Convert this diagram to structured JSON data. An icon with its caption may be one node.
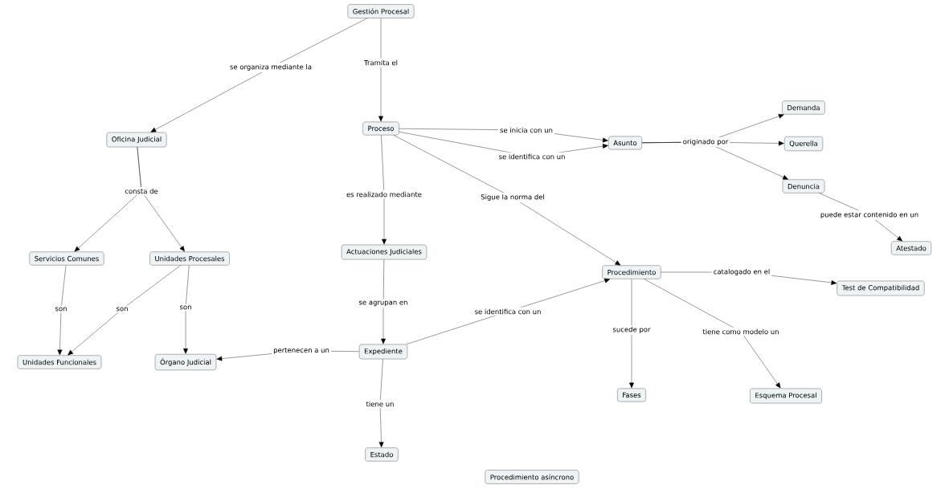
{
  "diagram": {
    "nodes": [
      {
        "text": [
          "Gestión Procesal"
        ]
      },
      {
        "text": [
          "Oficina Judicial"
        ]
      },
      {
        "text": [
          "Proceso"
        ]
      },
      {
        "text": [
          "Asunto"
        ]
      },
      {
        "text": [
          "Demanda"
        ]
      },
      {
        "text": [
          "Querella"
        ]
      },
      {
        "text": [
          "Denuncia"
        ]
      },
      {
        "text": [
          "Atestado"
        ]
      },
      {
        "text": [
          "Servicios Comunes"
        ]
      },
      {
        "text": [
          "Unidades Procesales"
        ]
      },
      {
        "text": [
          "Actuaciones Judiciales"
        ]
      },
      {
        "text": [
          "Procedimiento"
        ]
      },
      {
        "text": [
          "Test de Compatibilidad"
        ]
      },
      {
        "text": [
          "Unidades Funcionales"
        ]
      },
      {
        "text": [
          "Órgano Judicial"
        ]
      },
      {
        "text": [
          "Expediente"
        ]
      },
      {
        "text": [
          "Fases"
        ]
      },
      {
        "text": [
          "Esquema Procesal"
        ]
      },
      {
        "text": [
          "Estado"
        ]
      },
      {
        "text": [
          "Procedimiento asíncrono"
        ]
      }
    ],
    "edges": [
      {
        "from": 0,
        "to": 1,
        "arrow": "to",
        "label": "se organiza mediante la"
      },
      {
        "from": 0,
        "to": 2,
        "arrow": "to",
        "label": "Tramita el"
      },
      {
        "from": 2,
        "to": 3,
        "arrow": "to",
        "label": "se inicia con un"
      },
      {
        "from": 2,
        "to": 3,
        "arrow": "to",
        "label": "se identifica con un"
      },
      {
        "from": 3,
        "to": 4,
        "arrow": "to"
      },
      {
        "from": 3,
        "to": 5,
        "arrow": "to",
        "label": "originado por"
      },
      {
        "from": 3,
        "to": 6,
        "arrow": "to"
      },
      {
        "from": 6,
        "to": 7,
        "arrow": "to",
        "label": "puede estar contenido en un"
      },
      {
        "from": 1,
        "to": 8,
        "arrow": "to",
        "label": "consta de"
      },
      {
        "from": 1,
        "to": 9,
        "arrow": "to"
      },
      {
        "from": 2,
        "to": 10,
        "arrow": "to",
        "label": "es realizado mediante"
      },
      {
        "from": 2,
        "to": 11,
        "arrow": "to",
        "label": "Sigue la norma del"
      },
      {
        "from": 11,
        "to": 12,
        "arrow": "to",
        "label": "catalogado en el"
      },
      {
        "from": 8,
        "to": 13,
        "arrow": "to",
        "label": "son"
      },
      {
        "from": 9,
        "to": 13,
        "arrow": "to",
        "label": "son"
      },
      {
        "from": 9,
        "to": 14,
        "arrow": "to",
        "label": "son"
      },
      {
        "from": 10,
        "to": 15,
        "arrow": "to",
        "label": "se agrupan en"
      },
      {
        "from": 15,
        "to": 11,
        "arrow": "to",
        "label": "se identifica con un"
      },
      {
        "from": 15,
        "to": 14,
        "arrow": "to",
        "label": "pertenecen a un"
      },
      {
        "from": 11,
        "to": 16,
        "arrow": "to",
        "label": "sucede por"
      },
      {
        "from": 11,
        "to": 17,
        "arrow": "to",
        "label": "tiene como modelo un"
      },
      {
        "from": 15,
        "to": 18,
        "arrow": "to",
        "label": "tiene un"
      }
    ]
  }
}
